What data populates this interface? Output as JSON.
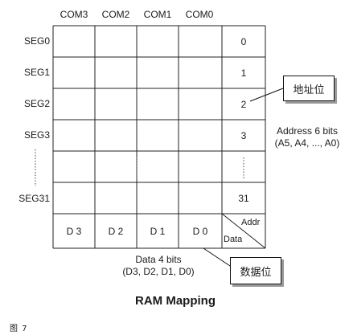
{
  "columns": [
    "COM3",
    "COM2",
    "COM1",
    "COM0"
  ],
  "rows": [
    "SEG0",
    "SEG1",
    "SEG2",
    "SEG3",
    "SEG31"
  ],
  "addresses": [
    "0",
    "1",
    "2",
    "3",
    "31"
  ],
  "data_bits": [
    "D 3",
    "D 2",
    "D 1",
    "D 0"
  ],
  "corner": {
    "addr": "Addr",
    "data": "Data"
  },
  "address_note": {
    "line1": "Address 6 bits",
    "line2": "(A5, A4, ..., A0)"
  },
  "data_note": {
    "line1": "Data 4 bits",
    "line2": "(D3, D2, D1, D0)"
  },
  "callouts": {
    "address": "地址位",
    "data": "数据位"
  },
  "title": "RAM Mapping",
  "figure_label": "图 7"
}
